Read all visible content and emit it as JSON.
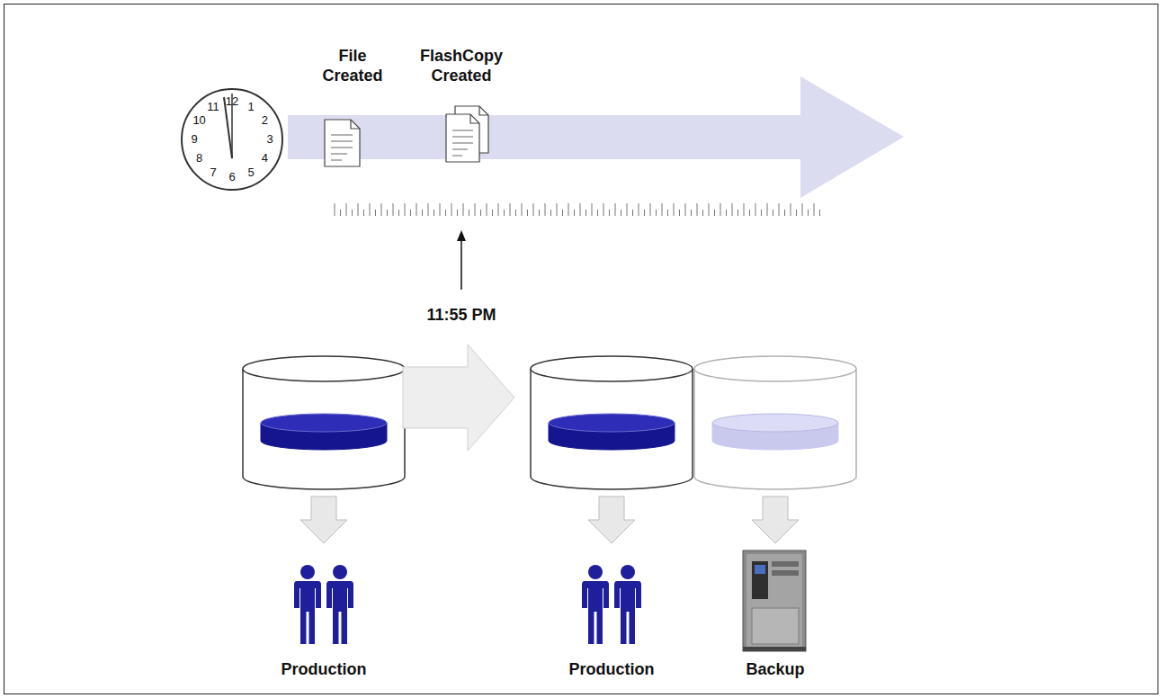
{
  "diagram": {
    "labels": [
      "File Created",
      "FlashCopy Created",
      "11:55 PM",
      "Production",
      "Production",
      "Backup",
      "12",
      "1",
      "2",
      "3",
      "4",
      "5",
      "6",
      "7",
      "8",
      "9",
      "10",
      "11"
    ]
  }
}
